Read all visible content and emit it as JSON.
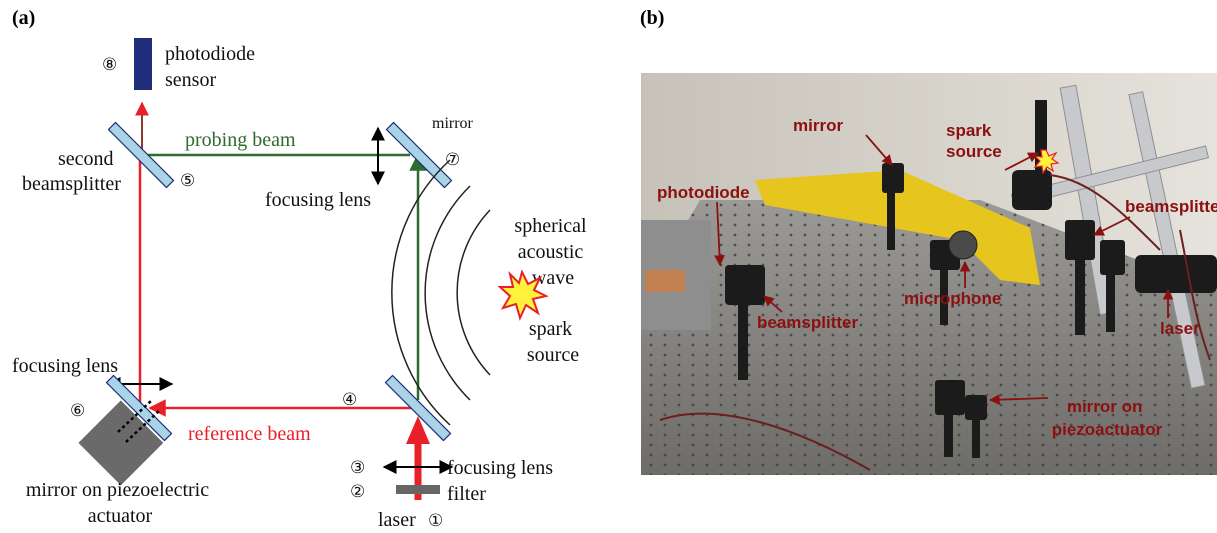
{
  "panel_a": {
    "label": "(a)",
    "components": {
      "photodiode": "photodiode sensor",
      "second_beamsplitter": "second beamsplitter",
      "mirror": "mirror",
      "focusing_lens_top": "focusing lens",
      "wave": "spherical acoustic wave",
      "spark": "spark source",
      "focusing_lens_left": "focusing lens",
      "mirror_piezo": "mirror on piezoelectric actuator",
      "focusing_lens_laser": "focusing lens",
      "filter": "filter",
      "laser": "laser"
    },
    "beams": {
      "probing": "probing beam",
      "reference": "reference beam"
    },
    "numbers": [
      "①",
      "②",
      "③",
      "④",
      "⑤",
      "⑥",
      "⑦",
      "⑧"
    ]
  },
  "panel_b": {
    "label": "(b)",
    "annotations": {
      "mirror": "mirror",
      "spark": "spark source",
      "photodiode": "photodiode",
      "beamsplitter_right": "beamsplitter",
      "microphone": "microphone",
      "beamsplitter_left": "beamsplitter",
      "laser": "laser",
      "mirror_piezo": "mirror on piezoactuator"
    }
  },
  "colors": {
    "laser_red": "#e8202a",
    "probing_green": "#2e6b2e",
    "photodiode_blue": "#1f2d7a",
    "mirror_fill": "#a8d4e6",
    "label_darkred": "#8b1010",
    "spark_yellow": "#fff23a"
  }
}
